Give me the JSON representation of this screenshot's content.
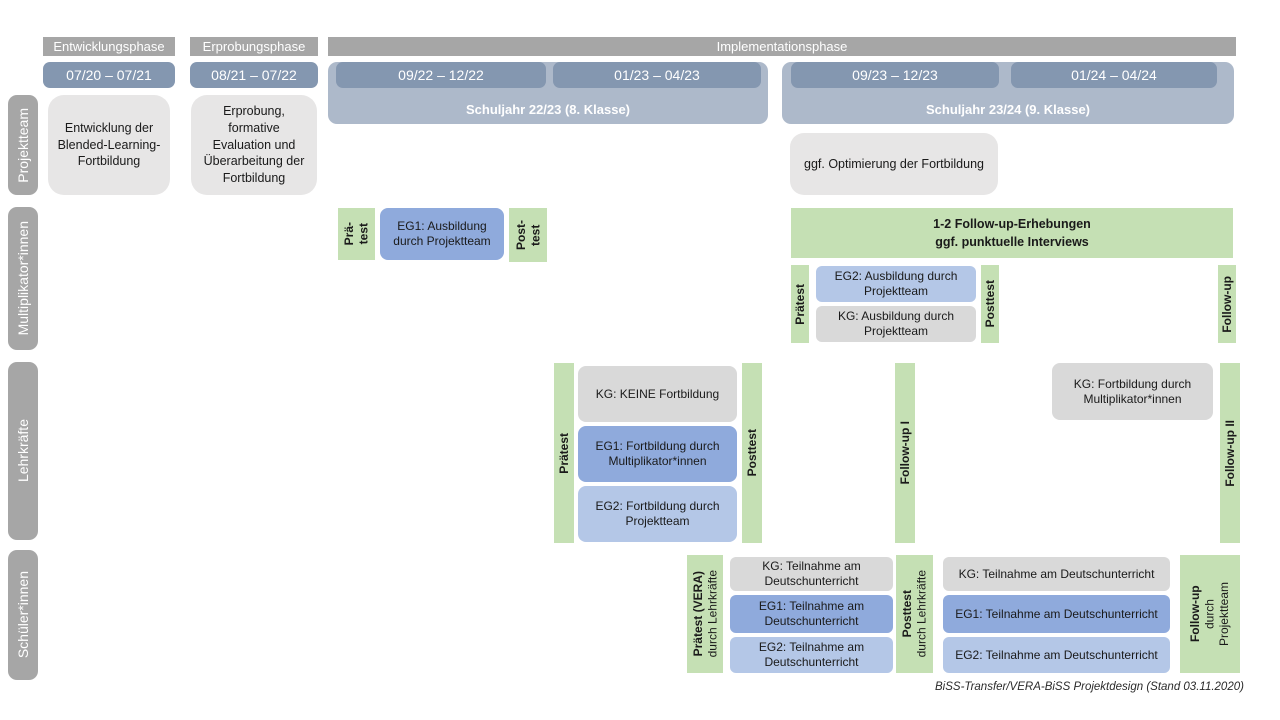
{
  "caption": "BiSS-Transfer/VERA-BiSS Projektdesign (Stand 03.11.2020)",
  "phases": {
    "entwicklung": "Entwicklungsphase",
    "erprobung": "Erprobungsphase",
    "implementation": "Implementationsphase"
  },
  "timeline": {
    "d1": "07/20 – 07/21",
    "d2": "08/21 – 07/22",
    "d3": "09/22 – 12/22",
    "d4": "01/23 – 04/23",
    "d5": "09/23 – 12/23",
    "d6": "01/24 – 04/24",
    "year1": "Schuljahr 22/23 (8. Klasse)",
    "year2": "Schuljahr 23/24 (9. Klasse)"
  },
  "rows": {
    "projektteam": "Projektteam",
    "multiplikatoren": "Multiplikator*innen",
    "lehrkraefte": "Lehrkräfte",
    "schueler": "Schüler*innen"
  },
  "projektteam": {
    "entwicklung": "Entwicklung der Blended-Learning-Fortbildung",
    "erprobung": "Erprobung, formative Evaluation und Überarbeitung der Fortbildung",
    "optimierung": "ggf. Optimierung der Fortbildung"
  },
  "multiplikatoren": {
    "praetest1": [
      "Prä-",
      "test"
    ],
    "eg1": "EG1: Ausbildung durch Projektteam",
    "posttest1": [
      "Post-",
      "test"
    ],
    "followup_box": [
      "1-2 Follow-up-Erhebungen",
      "ggf. punktuelle Interviews"
    ],
    "praetest2": "Prätest",
    "eg2": "EG2: Ausbildung durch Projektteam",
    "kg": "KG: Ausbildung durch Projektteam",
    "posttest2": "Posttest",
    "followup": "Follow-up"
  },
  "lehrkraefte": {
    "praetest": "Prätest",
    "kg": "KG: KEINE Fortbildung",
    "eg1": "EG1: Fortbildung durch Multiplikator*innen",
    "eg2": "EG2: Fortbildung durch Projektteam",
    "posttest": "Posttest",
    "followup1": "Follow-up I",
    "kg2": "KG: Fortbildung durch Multiplikator*innen",
    "followup2": "Follow-up II"
  },
  "schueler": {
    "praetest": [
      "Prätest (VERA)",
      "durch Lehrkräfte"
    ],
    "kg": "KG: Teilnahme am Deutschunterricht",
    "eg1": "EG1: Teilnahme am Deutschunterricht",
    "eg2": "EG2: Teilnahme am Deutschunterricht",
    "posttest": [
      "Posttest",
      "durch Lehrkräfte"
    ],
    "followup": [
      "Follow-up",
      "durch",
      "Projektteam"
    ]
  },
  "colors": {
    "phase_header": "#a6a6a6",
    "date_bar": "#8497b0",
    "year_band": "#adb9ca",
    "sidebar": "#a6a6a6",
    "box_gray_light": "#e7e6e6",
    "box_gray": "#d9d9d9",
    "box_blue_medium": "#8faadc",
    "box_blue_light": "#b4c7e7",
    "green": "#c5e0b4"
  }
}
